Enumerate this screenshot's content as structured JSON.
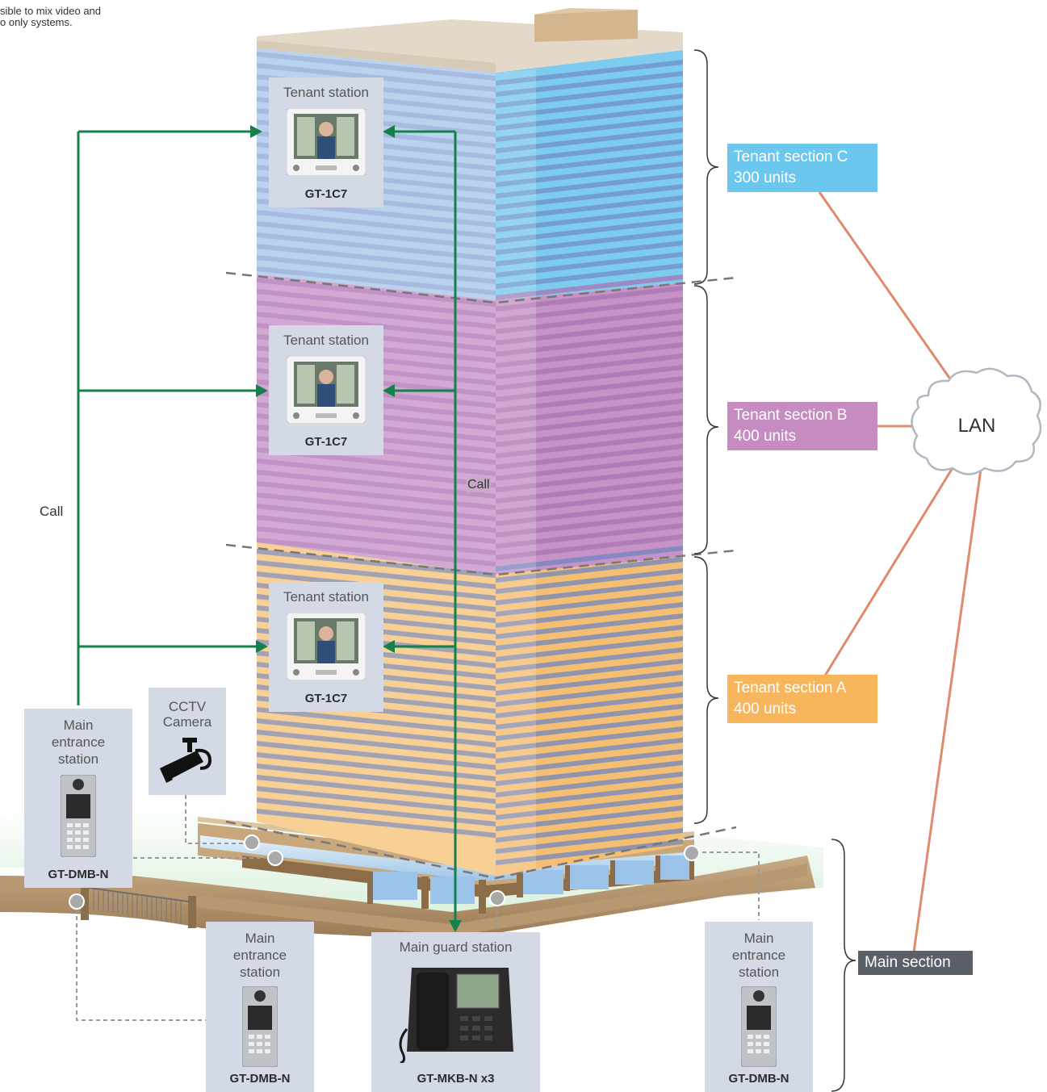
{
  "top_note": {
    "line1": "sible to mix video and",
    "line2": "o only systems."
  },
  "sections": {
    "c": {
      "name": "Tenant section C",
      "units": "300 units",
      "color": "#6cc7ef"
    },
    "b": {
      "name": "Tenant section B",
      "units": "400 units",
      "color": "#c68bc0"
    },
    "a": {
      "name": "Tenant section A",
      "units": "400 units",
      "color": "#f7b65c"
    },
    "main": {
      "name": "Main section",
      "color": "#5b6068"
    }
  },
  "lan": {
    "label": "LAN",
    "line_color": "#e08a6d"
  },
  "call": {
    "left": "Call",
    "center": "Call",
    "line_color": "#14804a"
  },
  "tenant_station": {
    "title": "Tenant station",
    "model": "GT-1C7"
  },
  "entrance_station": {
    "title_lines": [
      "Main",
      "entrance",
      "station"
    ],
    "model": "GT-DMB-N"
  },
  "cctv": {
    "title_lines": [
      "CCTV",
      "Camera"
    ]
  },
  "guard_station": {
    "title": "Main guard station",
    "model": "GT-MKB-N x3"
  },
  "colors": {
    "panel_bg": "#d3dae6",
    "dashed": "#999999"
  }
}
